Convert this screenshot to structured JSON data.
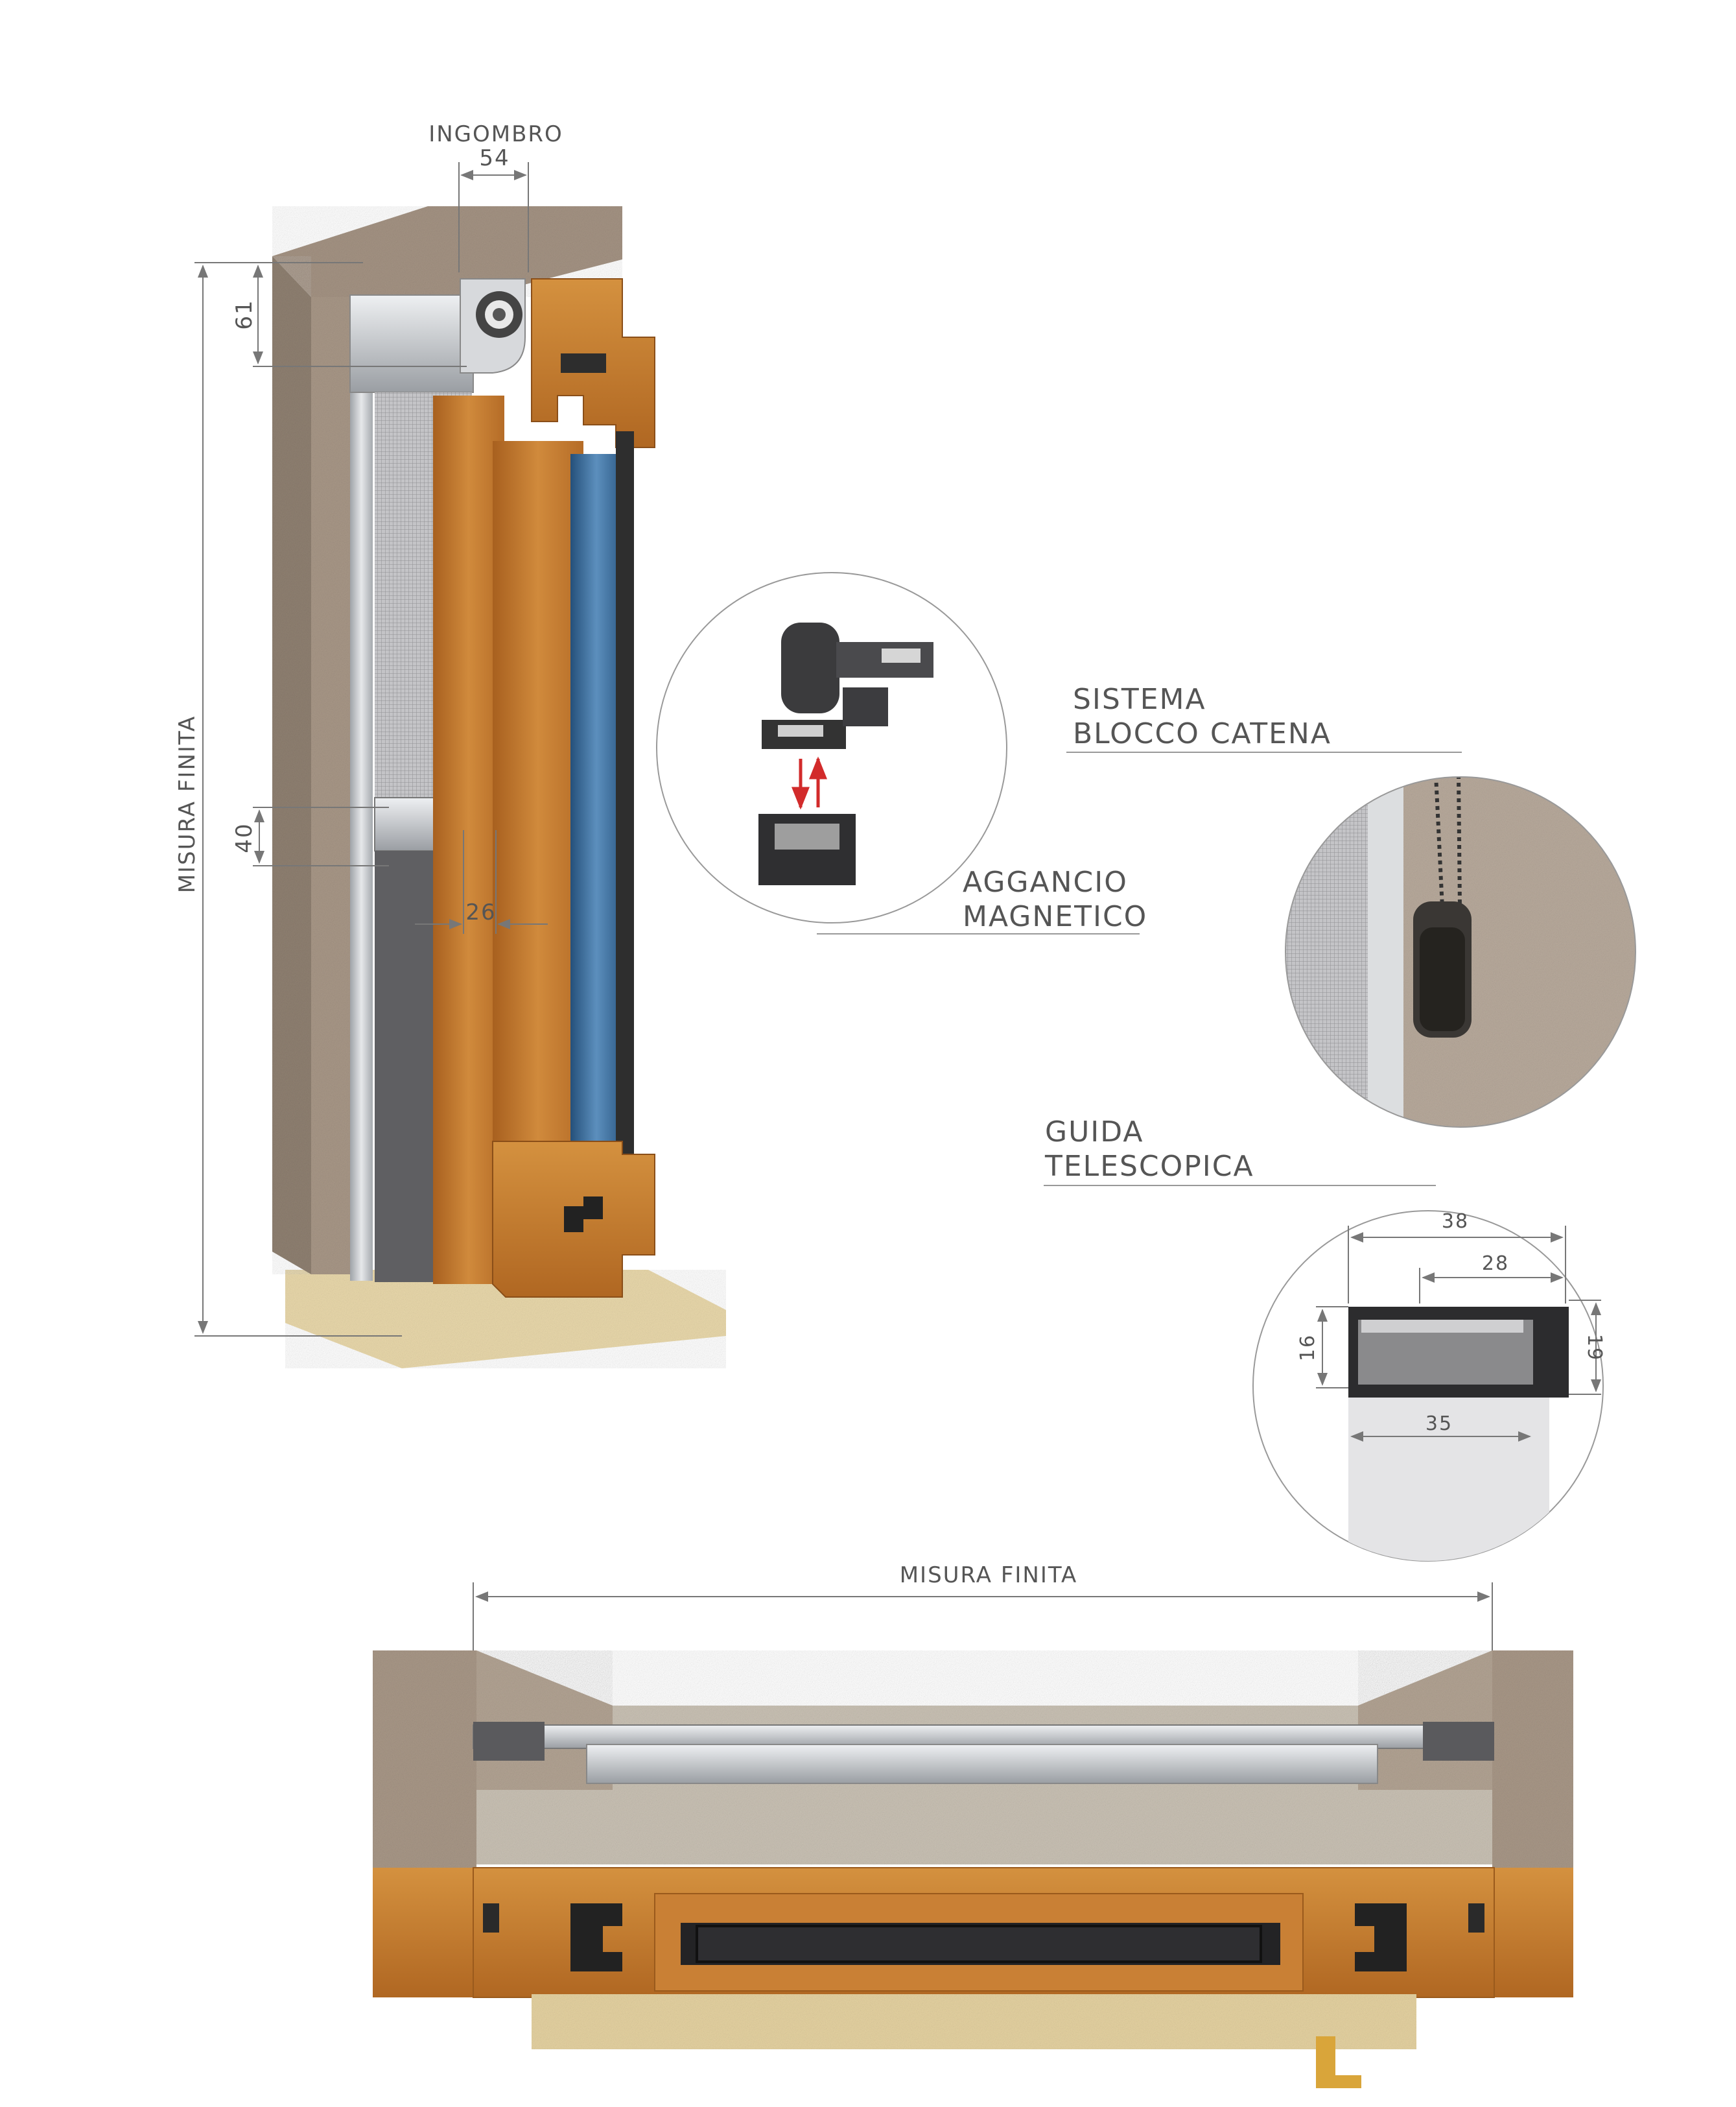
{
  "labels": {
    "ingombro": "INGOMBRO",
    "misura_finita_vertical": "MISURA FINITA",
    "misura_finita_horizontal": "MISURA FINITA",
    "aggancio_line1": "AGGANCIO",
    "aggancio_line2": "MAGNETICO",
    "sistema_line1": "SISTEMA",
    "sistema_line2": "BLOCCO CATENA",
    "guida_line1": "GUIDA",
    "guida_line2": "TELESCOPICA"
  },
  "dimensions": {
    "ingombro_width": "54",
    "cassette_height": "61",
    "bar_height": "40",
    "bar_depth": "26",
    "guide_outer": "38",
    "guide_inner": "28",
    "guide_left_height": "16",
    "guide_right_height": "19",
    "guide_bottom": "35"
  },
  "colors": {
    "wood": "#c77a2c",
    "wood_dark": "#9a5a1c",
    "concrete": "#9e8e80",
    "aluminium": "#c9ccd0",
    "glass": "#3d6f9c",
    "mesh": "#b5b5b8",
    "dim_line": "#777777",
    "red_arrow": "#d22b2b"
  }
}
